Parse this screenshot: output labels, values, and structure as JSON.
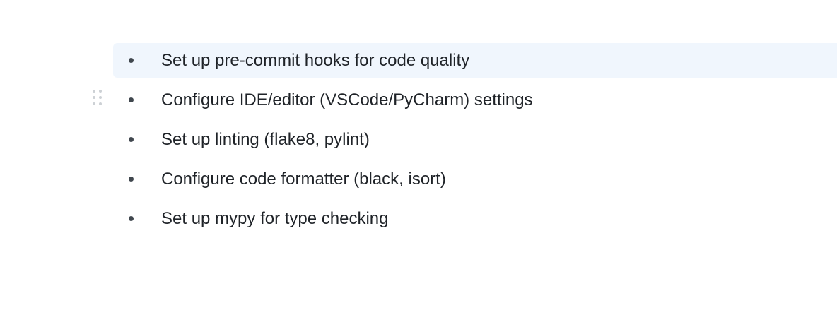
{
  "page": {
    "background_color": "#ffffff"
  },
  "list": {
    "type": "bulleted-list",
    "items": [
      {
        "text": "Set up pre-commit hooks for code quality",
        "highlighted": true
      },
      {
        "text": "Configure IDE/editor (VSCode/PyCharm) settings",
        "highlighted": false
      },
      {
        "text": "Set up linting (flake8, pylint)",
        "highlighted": false
      },
      {
        "text": "Configure code formatter (black, isort)",
        "highlighted": false
      },
      {
        "text": "Set up mypy for type checking",
        "highlighted": false
      }
    ],
    "colors": {
      "highlight_background": "#f0f6fd",
      "text": "#1f2328",
      "bullet": "#40474e",
      "drag_handle_dots": "#cdd1d5"
    },
    "drag_handle": {
      "icon": "drag-handle-dots-icon",
      "attached_item_index": 1
    }
  }
}
